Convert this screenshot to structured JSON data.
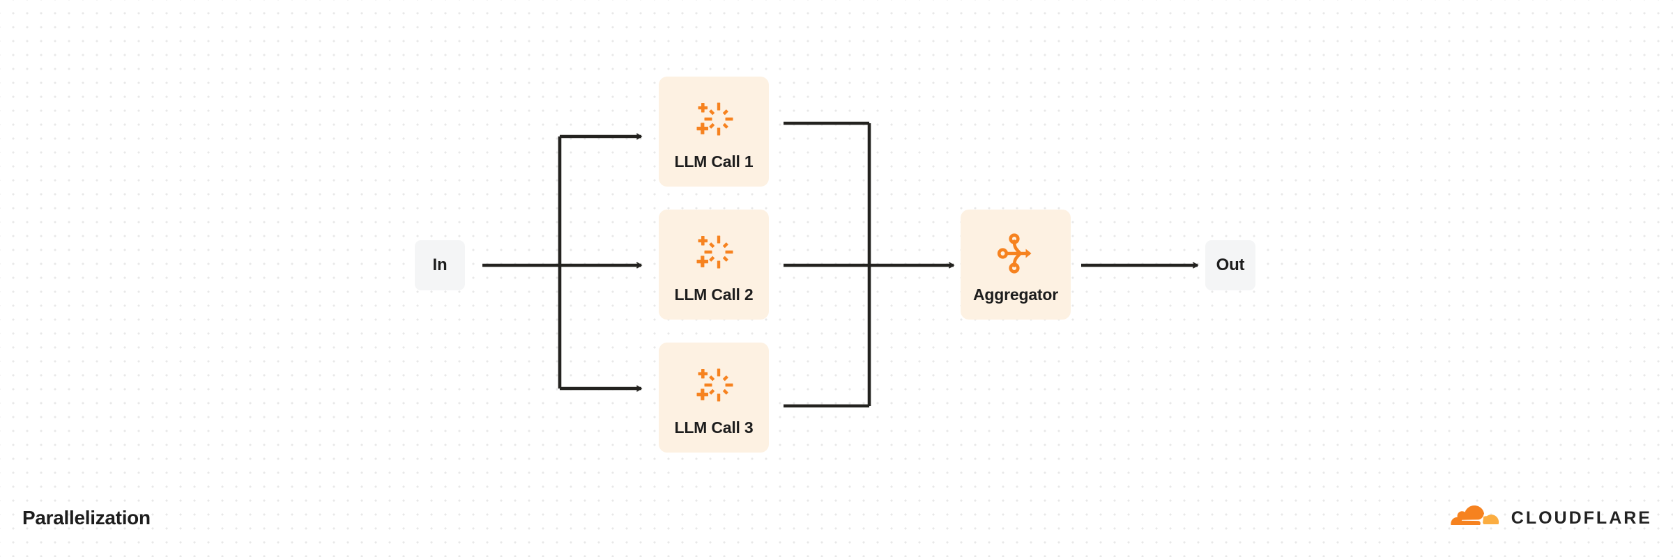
{
  "diagram": {
    "title": "Parallelization",
    "type": "workflow-flowchart",
    "colors": {
      "accent_orange": "#F6821F",
      "card_background": "#FDF1E2",
      "io_background": "#F4F5F6",
      "line": "#23221F",
      "text": "#1D1D1D",
      "page_background": "#FFFFFF",
      "grid_dot": "#E8E8E8"
    },
    "nodes": [
      {
        "id": "in",
        "label": "In",
        "kind": "io",
        "icon": null
      },
      {
        "id": "llm1",
        "label": "LLM Call 1",
        "kind": "card",
        "icon": "ai-sparkle-icon"
      },
      {
        "id": "llm2",
        "label": "LLM Call 2",
        "kind": "card",
        "icon": "ai-sparkle-icon"
      },
      {
        "id": "llm3",
        "label": "LLM Call 3",
        "kind": "card",
        "icon": "ai-sparkle-icon"
      },
      {
        "id": "aggregator",
        "label": "Aggregator",
        "kind": "card",
        "icon": "aggregator-icon"
      },
      {
        "id": "out",
        "label": "Out",
        "kind": "io",
        "icon": null
      }
    ],
    "edges": [
      {
        "from": "in",
        "to": "llm1",
        "arrow": true
      },
      {
        "from": "in",
        "to": "llm2",
        "arrow": true
      },
      {
        "from": "in",
        "to": "llm3",
        "arrow": true
      },
      {
        "from": "llm1",
        "to": "aggregator",
        "arrow": false
      },
      {
        "from": "llm2",
        "to": "aggregator",
        "arrow": true
      },
      {
        "from": "llm3",
        "to": "aggregator",
        "arrow": false
      },
      {
        "from": "aggregator",
        "to": "out",
        "arrow": true
      }
    ]
  },
  "brand": {
    "name": "CLOUDFLARE",
    "mark": "cloudflare-cloud-logo"
  }
}
